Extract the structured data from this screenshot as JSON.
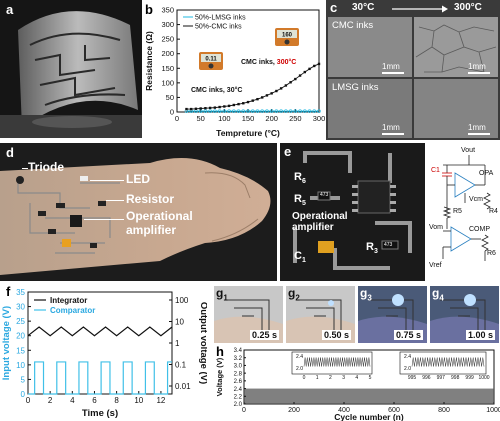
{
  "panels": {
    "a": {
      "label": "a"
    },
    "b": {
      "label": "b"
    },
    "c": {
      "label": "c",
      "temp_from": "30°C",
      "temp_to": "300°C",
      "cmc": "CMC inks",
      "lmsg": "LMSG inks",
      "scale1": "1mm",
      "scale2": "1mm",
      "scale3": "1mm",
      "scale4": "1mm"
    },
    "d": {
      "label": "d",
      "triode": "Triode",
      "led": "LED",
      "resistor": "Resistor",
      "opamp": "Operational\namplifier"
    },
    "e": {
      "label": "e",
      "r6": "R",
      "r6_sub": "6",
      "r5": "R",
      "r5_sub": "5",
      "opamp": "Operational\namplifier",
      "c1": "C",
      "c1_sub": "1",
      "r3": "R",
      "r3_sub": "3",
      "vout": "Vout",
      "c1s": "C1",
      "opa": "OPA",
      "vcm": "Vcm",
      "r5s": "R5",
      "r4s": "R4",
      "vom": "Vom",
      "comp": "COMP",
      "r6s": "R6",
      "vref": "Vref",
      "chip1": "473",
      "chip2": "473"
    },
    "f": {
      "label": "f"
    },
    "g": {
      "label": "g",
      "frames": [
        {
          "sub": "1",
          "time": "0.25 s"
        },
        {
          "sub": "2",
          "time": "0.50 s"
        },
        {
          "sub": "3",
          "time": "0.75 s"
        },
        {
          "sub": "4",
          "time": "1.00 s"
        }
      ]
    },
    "h": {
      "label": "h"
    }
  },
  "chart_data": [
    {
      "id": "b",
      "type": "line",
      "xlabel": "Tempreture (°C)",
      "ylabel": "Resistance (Ω)",
      "xlim": [
        0,
        300
      ],
      "ylim": [
        0,
        350
      ],
      "xticks": [
        0,
        50,
        100,
        150,
        200,
        250,
        300
      ],
      "yticks": [
        0,
        50,
        100,
        150,
        200,
        250,
        300,
        350
      ],
      "legend": [
        "50%-LMSG inks",
        "50%-CMC inks"
      ],
      "legend_position": "top-left",
      "annotations": [
        "CMC inks, 30°C",
        "CMC inks, 300°C"
      ],
      "meter_readings": [
        "0.11",
        "160"
      ],
      "series": [
        {
          "name": "50%-LMSG inks",
          "color": "#20b8e0",
          "x": [
            20,
            30,
            40,
            50,
            60,
            70,
            80,
            90,
            100,
            110,
            120,
            130,
            140,
            150,
            160,
            170,
            180,
            190,
            200,
            210,
            220,
            230,
            240,
            250,
            260,
            270,
            280,
            290,
            300
          ],
          "y": [
            3,
            3,
            3,
            3,
            3,
            3,
            3,
            3,
            3,
            3,
            3,
            3,
            3,
            3,
            3,
            3,
            3,
            3,
            3,
            3,
            3,
            3,
            3,
            3,
            3,
            3,
            3,
            3,
            3
          ]
        },
        {
          "name": "50%-CMC inks",
          "color": "#111111",
          "x": [
            20,
            30,
            40,
            50,
            60,
            70,
            80,
            90,
            100,
            110,
            120,
            130,
            140,
            150,
            160,
            170,
            180,
            190,
            200,
            210,
            220,
            230,
            240,
            250,
            260,
            270,
            280,
            290,
            300
          ],
          "y": [
            10,
            10,
            11,
            12,
            13,
            14,
            15,
            17,
            19,
            21,
            24,
            27,
            30,
            34,
            39,
            44,
            50,
            57,
            64,
            72,
            81,
            91,
            102,
            113,
            125,
            137,
            148,
            158,
            165
          ]
        }
      ]
    },
    {
      "id": "f",
      "type": "line",
      "xlabel": "Time (s)",
      "ylabel": "Input voltage (V)",
      "ylabel_right": "Output voltage (V)",
      "xlim": [
        0,
        13
      ],
      "ylim": [
        0,
        35
      ],
      "xticks": [
        0,
        2,
        4,
        6,
        8,
        10,
        12
      ],
      "yticks": [
        0,
        5,
        10,
        15,
        20,
        25,
        30,
        35
      ],
      "yticks_right": [
        "0.01",
        "0.1",
        "1",
        "10",
        "100"
      ],
      "legend": [
        "Integrator",
        "Comparator"
      ],
      "legend_position": "top-left",
      "series": [
        {
          "name": "Integrator",
          "color": "#111111",
          "x": [
            0,
            1,
            2,
            3,
            4,
            5,
            6,
            7,
            8,
            9,
            10,
            11,
            12,
            13
          ],
          "y": [
            20,
            23,
            20,
            23,
            20,
            23,
            20,
            23,
            20,
            23,
            20,
            23,
            20,
            23
          ]
        },
        {
          "name": "Comparator",
          "color": "#40c0e8",
          "x": [
            0,
            0.6,
            0.6,
            1.4,
            1.4,
            2.6,
            2.6,
            3.4,
            3.4,
            4.6,
            4.6,
            5.4,
            5.4,
            6.6,
            6.6,
            7.4,
            7.4,
            8.6,
            8.6,
            9.4,
            9.4,
            10.6,
            10.6,
            11.4,
            11.4,
            12.6,
            12.6,
            13
          ],
          "y": [
            0,
            0,
            11,
            11,
            0,
            0,
            11,
            11,
            0,
            0,
            11,
            11,
            0,
            0,
            11,
            11,
            0,
            0,
            11,
            11,
            0,
            0,
            11,
            11,
            0,
            0,
            11,
            11
          ]
        }
      ]
    },
    {
      "id": "h",
      "type": "line",
      "xlabel": "Cycle number (n)",
      "ylabel": "Voltage (V)",
      "xlim": [
        0,
        1000
      ],
      "ylim": [
        2.0,
        3.4
      ],
      "xticks": [
        0,
        200,
        400,
        600,
        800,
        1000
      ],
      "yticks": [
        2.0,
        2.2,
        2.4,
        2.6,
        2.8,
        3.0,
        3.2,
        3.4
      ],
      "insets": [
        {
          "xticks": [
            0,
            1,
            2,
            3,
            4,
            5
          ],
          "yticks": [
            2.0,
            2.4
          ]
        },
        {
          "xticks": [
            995,
            996,
            997,
            998,
            999,
            1000
          ],
          "yticks": [
            2.0,
            2.4
          ]
        }
      ],
      "series": [
        {
          "name": "",
          "color": "#555555",
          "range": [
            2.0,
            2.4
          ]
        }
      ]
    }
  ]
}
